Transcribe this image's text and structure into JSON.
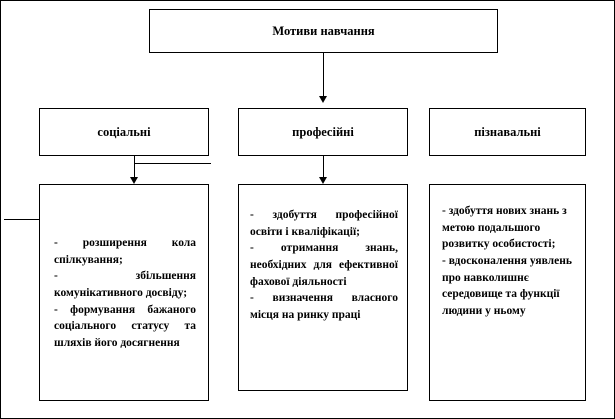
{
  "diagram": {
    "root": {
      "label": "Мотиви навчання"
    },
    "level2": [
      {
        "id": "social",
        "label": "соціальні"
      },
      {
        "id": "professional",
        "label": "професійні"
      },
      {
        "id": "cognitive",
        "label": "пізнавальні"
      }
    ],
    "details": {
      "social": {
        "items": [
          "- розширення кола спілкування;",
          "- збільшення комунікативного досвіду;",
          "- формування бажаного соціального статусу та шляхів його досягнення"
        ]
      },
      "professional": {
        "items": [
          "- здобуття професійної освіти і кваліфікації;",
          "- отримання знань, необхідних для ефективної фахової діяльності",
          "- визначення власного місця на ринку праці"
        ]
      },
      "cognitive": {
        "items": [
          "- здобуття нових знань з метою подальшого розвитку особистості;",
          "- вдосконалення уявлень про навколишнє середовище та функції людини у ньому"
        ]
      }
    }
  }
}
